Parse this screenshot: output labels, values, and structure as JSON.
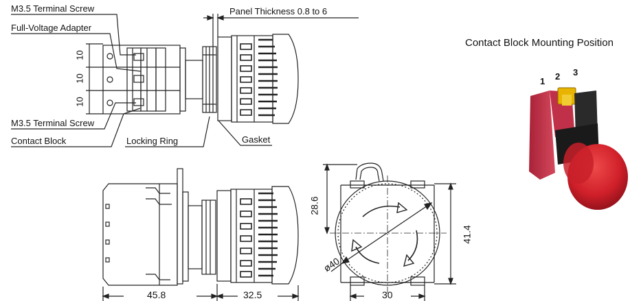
{
  "labels": {
    "m35_adapter": "M3.5 Terminal Screw",
    "full_voltage_adapter": "Full-Voltage Adapter",
    "m35_contact": "M3.5 Terminal Screw",
    "contact_block": "Contact Block",
    "locking_ring": "Locking Ring",
    "gasket": "Gasket",
    "panel_thickness": "Panel Thickness 0.8 to 6",
    "mounting_position_title": "Contact Block Mounting Position"
  },
  "dimensions": {
    "pitch_1": "10",
    "pitch_2": "10",
    "pitch_3": "10",
    "body_length": "45.8",
    "head_length": "32.5",
    "height_upper": "28.6",
    "height_total": "41.4",
    "diameter": "ø40",
    "base_width": "30"
  },
  "positions": [
    "1",
    "2",
    "3"
  ],
  "colors": {
    "line": "#222222",
    "button_red": "#d0202a",
    "housing_pink": "#c8364a",
    "base_black": "#1a1a1a",
    "latch_yellow": "#e8b400"
  }
}
